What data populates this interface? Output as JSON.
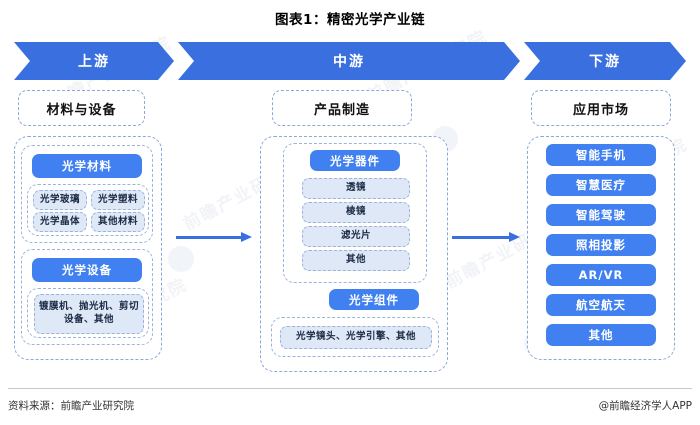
{
  "title": "图表1：精密光学产业链",
  "banner": {
    "upstream": "上游",
    "midstream": "中游",
    "downstream": "下游"
  },
  "columns": {
    "upstream": {
      "header": "材料与设备",
      "groups": [
        {
          "pill": "光学材料",
          "items": [
            "光学玻璃",
            "光学塑料",
            "光学晶体",
            "其他材料"
          ]
        },
        {
          "pill": "光学设备",
          "items": [
            "镀膜机、抛光机、剪切设备、其他"
          ]
        }
      ]
    },
    "midstream": {
      "header": "产品制造",
      "groups": [
        {
          "pill": "光学器件",
          "items": [
            "透镜",
            "棱镜",
            "滤光片",
            "其他"
          ]
        },
        {
          "pill": "光学组件",
          "items": [
            "光学镜头、光学引擎、其他"
          ]
        }
      ]
    },
    "downstream": {
      "header": "应用市场",
      "items": [
        "智能手机",
        "智慧医疗",
        "智能驾驶",
        "照相投影",
        "AR/VR",
        "航空航天",
        "其他"
      ]
    }
  },
  "footer": {
    "source": "资料来源：前瞻产业研究院",
    "app": "@前瞻经济学人APP"
  },
  "watermark": {
    "text": "前瞻产业研究院"
  },
  "colors": {
    "banner_blue": "#3A6FE0",
    "pill_blue": "#4180F0",
    "sub_fill": "#dfe8f6",
    "dash_border": "#8aa8d8"
  }
}
